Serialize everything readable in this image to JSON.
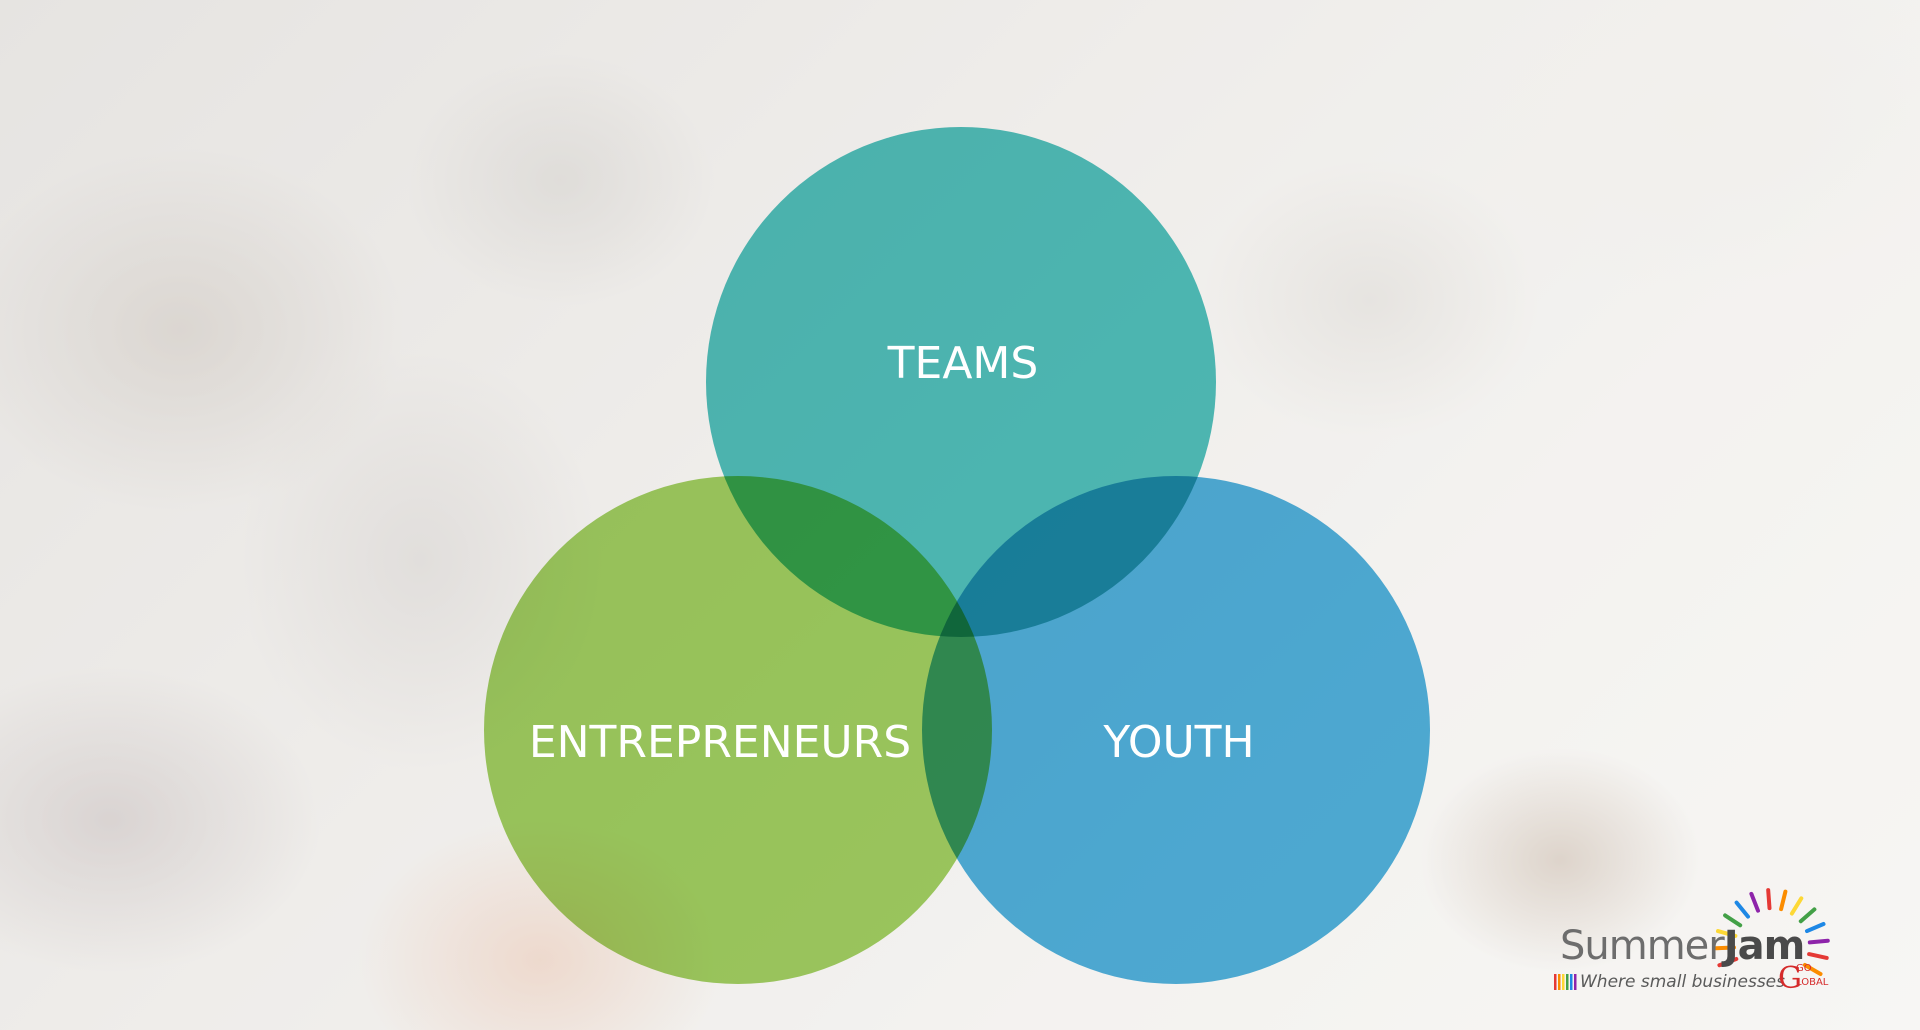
{
  "diagram": {
    "circles": [
      {
        "id": "teams",
        "label": "TEAMS",
        "color": "#2bb3b0"
      },
      {
        "id": "entrepreneurs",
        "label": "ENTREPRENEURS",
        "color": "#8cc63f"
      },
      {
        "id": "youth",
        "label": "YOUTH",
        "color": "#2a9fd6"
      }
    ]
  },
  "logo": {
    "word1": "Summer",
    "word2": "Jam",
    "tagline": "Where small businesses",
    "go_letter": "G",
    "go_small": "GO",
    "go_rest": "LOBAL",
    "accent_color": "#d52b2b",
    "burst_colors": [
      "#e53935",
      "#fb8c00",
      "#fdd835",
      "#43a047",
      "#1e88e5",
      "#8e24aa"
    ]
  }
}
